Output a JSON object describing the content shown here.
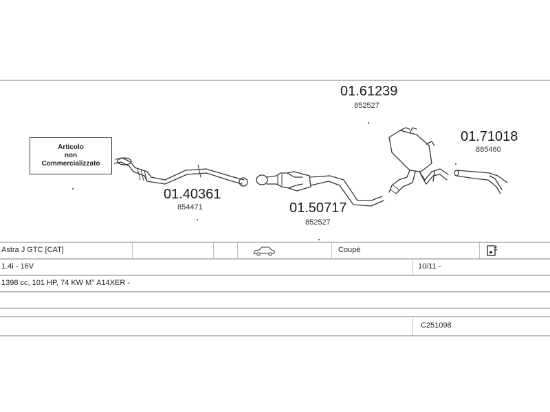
{
  "diagram": {
    "notice": [
      "Articolo",
      "non",
      "Commercializzato"
    ],
    "parts": [
      {
        "code": "01.61239",
        "ref": "852527"
      },
      {
        "code": "01.71018",
        "ref": "885460"
      },
      {
        "code": "01.40361",
        "ref": "854471"
      },
      {
        "code": "01.50717",
        "ref": "852527"
      }
    ]
  },
  "table": {
    "model": "Astra J GTC  [CAT]",
    "body_type": "Coupè",
    "engine": "1.4i - 16V",
    "period": "10/11 -",
    "specs": "1398 cc, 101 HP, 74 KW M° A14XER -",
    "catalog_code": "C251098",
    "icons": {
      "car": "car-icon",
      "book": "book-icon"
    }
  }
}
